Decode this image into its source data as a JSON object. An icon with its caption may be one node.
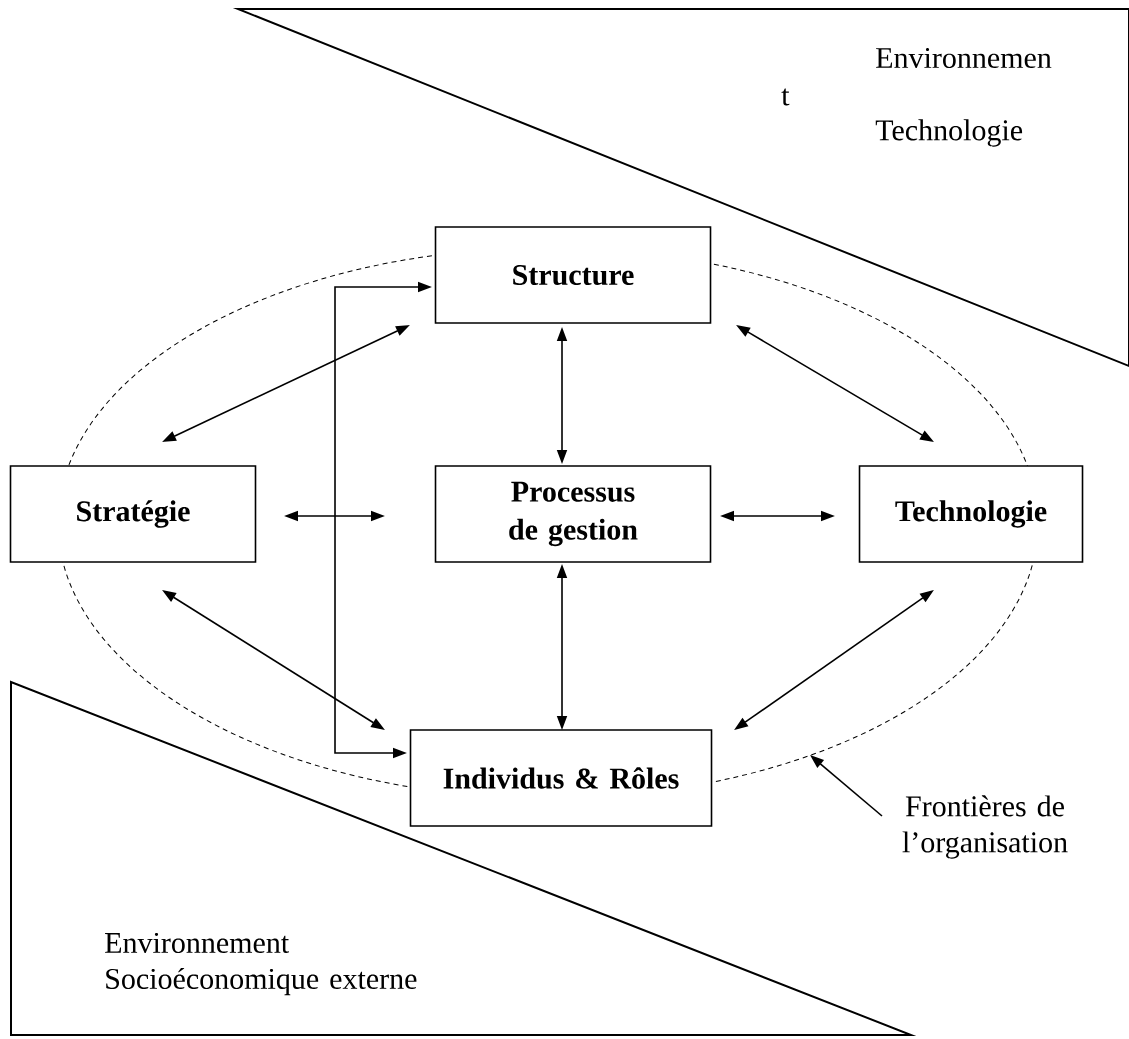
{
  "diagram": {
    "nodes": [
      {
        "text": [
          "Environnemen",
          "t",
          "Technologie"
        ]
      },
      {
        "text": [
          "Structure"
        ]
      },
      {
        "text": [
          "Stratégie"
        ]
      },
      {
        "text": [
          "Processus de gestion"
        ]
      },
      {
        "text": [
          "Technologie"
        ]
      },
      {
        "text": [
          "Individus & Rôles"
        ]
      },
      {
        "text": [
          "Frontières de l’organisation"
        ]
      },
      {
        "text": [
          "Environnement Socioéconomique externe"
        ]
      }
    ],
    "edges": [
      {
        "from": 1,
        "to": 2,
        "arrow": "both"
      },
      {
        "from": 1,
        "to": 3,
        "arrow": "both"
      },
      {
        "from": 1,
        "to": 4,
        "arrow": "both"
      },
      {
        "from": 1,
        "to": 5,
        "arrow": "both"
      },
      {
        "from": 2,
        "to": 3,
        "arrow": "both"
      },
      {
        "from": 3,
        "to": 4,
        "arrow": "both"
      },
      {
        "from": 2,
        "to": 5,
        "arrow": "both"
      },
      {
        "from": 3,
        "to": 5,
        "arrow": "both"
      },
      {
        "from": 4,
        "to": 5,
        "arrow": "both"
      },
      {
        "from": 6,
        "to": null,
        "arrow": "to"
      }
    ]
  }
}
